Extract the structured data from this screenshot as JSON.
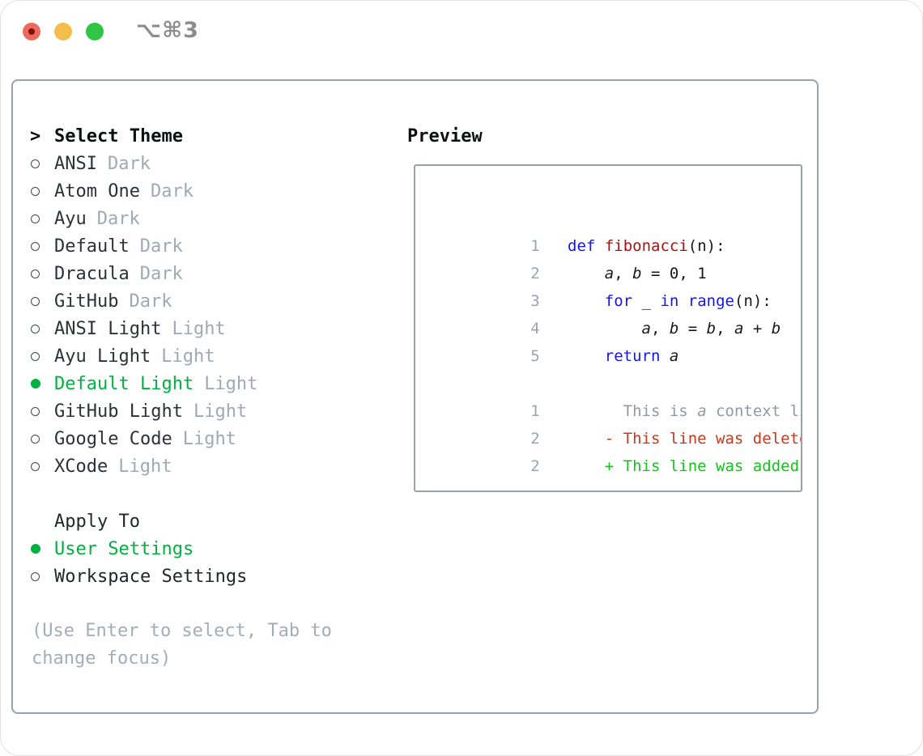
{
  "window": {
    "title": "⌥⌘3"
  },
  "selector": {
    "header": {
      "marker": ">",
      "label": "Select Theme"
    },
    "themes": [
      {
        "name": "ANSI",
        "tag": "Dark",
        "selected": false
      },
      {
        "name": "Atom One",
        "tag": "Dark",
        "selected": false
      },
      {
        "name": "Ayu",
        "tag": "Dark",
        "selected": false
      },
      {
        "name": "Default",
        "tag": "Dark",
        "selected": false
      },
      {
        "name": "Dracula",
        "tag": "Dark",
        "selected": false
      },
      {
        "name": "GitHub",
        "tag": "Dark",
        "selected": false
      },
      {
        "name": "ANSI Light",
        "tag": "Light",
        "selected": false
      },
      {
        "name": "Ayu Light",
        "tag": "Light",
        "selected": false
      },
      {
        "name": "Default Light",
        "tag": "Light",
        "selected": true
      },
      {
        "name": "GitHub Light",
        "tag": "Light",
        "selected": false
      },
      {
        "name": "Google Code",
        "tag": "Light",
        "selected": false
      },
      {
        "name": "XCode",
        "tag": "Light",
        "selected": false
      }
    ],
    "apply_to": {
      "label": "Apply To",
      "options": [
        {
          "label": "User Settings",
          "selected": true
        },
        {
          "label": "Workspace Settings",
          "selected": false
        }
      ]
    },
    "help_text": "(Use Enter to select, Tab to change focus)"
  },
  "preview": {
    "label": "Preview",
    "lines": [
      {
        "ln": "1",
        "segs": [
          {
            "c": "kw",
            "t": "def"
          },
          {
            "c": "pl",
            "t": " "
          },
          {
            "c": "fn",
            "t": "fibonacci"
          },
          {
            "c": "pl",
            "t": "(n):"
          }
        ]
      },
      {
        "ln": "2",
        "segs": [
          {
            "c": "pl",
            "t": "    "
          },
          {
            "c": "var",
            "t": "a"
          },
          {
            "c": "pl",
            "t": ", "
          },
          {
            "c": "var",
            "t": "b"
          },
          {
            "c": "pl",
            "t": " = 0, 1"
          }
        ]
      },
      {
        "ln": "3",
        "segs": [
          {
            "c": "pl",
            "t": "    "
          },
          {
            "c": "kw",
            "t": "for"
          },
          {
            "c": "pl",
            "t": " _ "
          },
          {
            "c": "kw",
            "t": "in"
          },
          {
            "c": "pl",
            "t": " "
          },
          {
            "c": "kw",
            "t": "range"
          },
          {
            "c": "pl",
            "t": "(n):"
          }
        ]
      },
      {
        "ln": "4",
        "segs": [
          {
            "c": "pl",
            "t": "        "
          },
          {
            "c": "var",
            "t": "a"
          },
          {
            "c": "pl",
            "t": ", "
          },
          {
            "c": "var",
            "t": "b"
          },
          {
            "c": "pl",
            "t": " = "
          },
          {
            "c": "var",
            "t": "b"
          },
          {
            "c": "pl",
            "t": ", "
          },
          {
            "c": "var",
            "t": "a"
          },
          {
            "c": "pl",
            "t": " + "
          },
          {
            "c": "var",
            "t": "b"
          }
        ]
      },
      {
        "ln": "5",
        "segs": [
          {
            "c": "pl",
            "t": "    "
          },
          {
            "c": "kw",
            "t": "return"
          },
          {
            "c": "pl",
            "t": " "
          },
          {
            "c": "var",
            "t": "a"
          }
        ]
      },
      {
        "ln": "",
        "segs": []
      },
      {
        "ln": "1",
        "segs": [
          {
            "c": "ctx",
            "t": "      This is "
          },
          {
            "c": "ctxv",
            "t": "a"
          },
          {
            "c": "ctx",
            "t": " context line."
          }
        ]
      },
      {
        "ln": "2",
        "segs": [
          {
            "c": "del",
            "t": "    - This line was deleted."
          }
        ]
      },
      {
        "ln": "2",
        "segs": [
          {
            "c": "add",
            "t": "    + This line was added."
          }
        ]
      }
    ]
  },
  "colors": {
    "accent_green": "#00b140",
    "keyword_blue": "#1515ef",
    "function_red": "#a31515",
    "deleted_red": "#c23a20",
    "added_green": "#17c31e",
    "muted_gray": "#9aa4b0",
    "panel_border": "#99a1ac",
    "close_red": "#ee6a5e",
    "minimize_yellow": "#f5bd4b",
    "zoom_green": "#31c546",
    "edited_dot": "#7e130c"
  }
}
